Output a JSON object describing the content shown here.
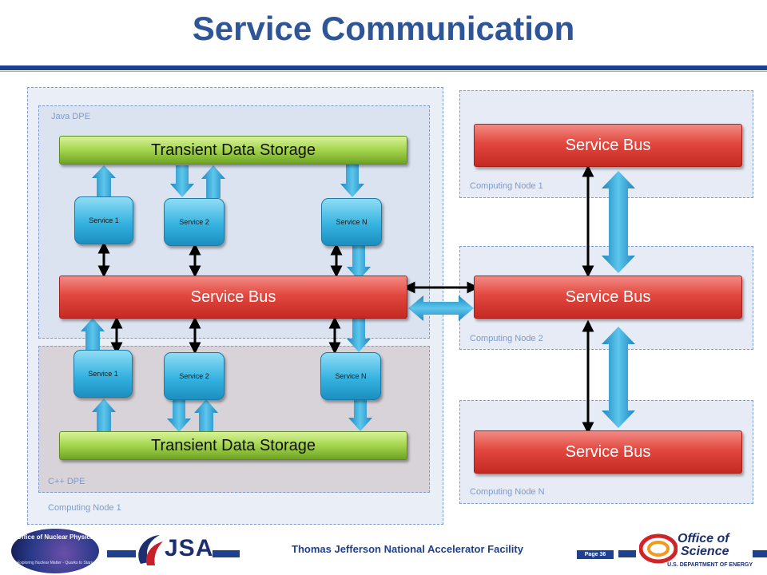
{
  "header": {
    "title": "Service Communication"
  },
  "left_node": {
    "label": "Computing Node 1",
    "java_dpe": {
      "label": "Java DPE",
      "storage": "Transient Data Storage",
      "services": [
        "Service 1",
        "Service 2",
        "Service N"
      ]
    },
    "service_bus": "Service Bus",
    "cpp_dpe": {
      "label": "C++ DPE",
      "storage": "Transient Data Storage",
      "services": [
        "Service 1",
        "Service 2",
        "Service N"
      ]
    }
  },
  "right_nodes": [
    {
      "label": "Computing Node 1",
      "bus": "Service Bus"
    },
    {
      "label": "Computing Node 2",
      "bus": "Service Bus"
    },
    {
      "label": "Computing Node N",
      "bus": "Service Bus"
    }
  ],
  "footer": {
    "facility": "Thomas Jefferson National Accelerator Facility",
    "page": "Page 36",
    "logo_left": "Office of Nuclear Physics",
    "logo_left_tagline": "Exploring Nuclear Matter - Quarks to Stars",
    "logo_mid": "JSA",
    "logo_right_1": "Office of",
    "logo_right_2": "Science",
    "logo_right_3": "U.S. DEPARTMENT OF ENERGY"
  },
  "colors": {
    "title": "#2e5597",
    "service_bus": "#d9372e",
    "storage": "#8cc63f",
    "service": "#36b3e0",
    "connector_blue": "#2ea3d8"
  }
}
